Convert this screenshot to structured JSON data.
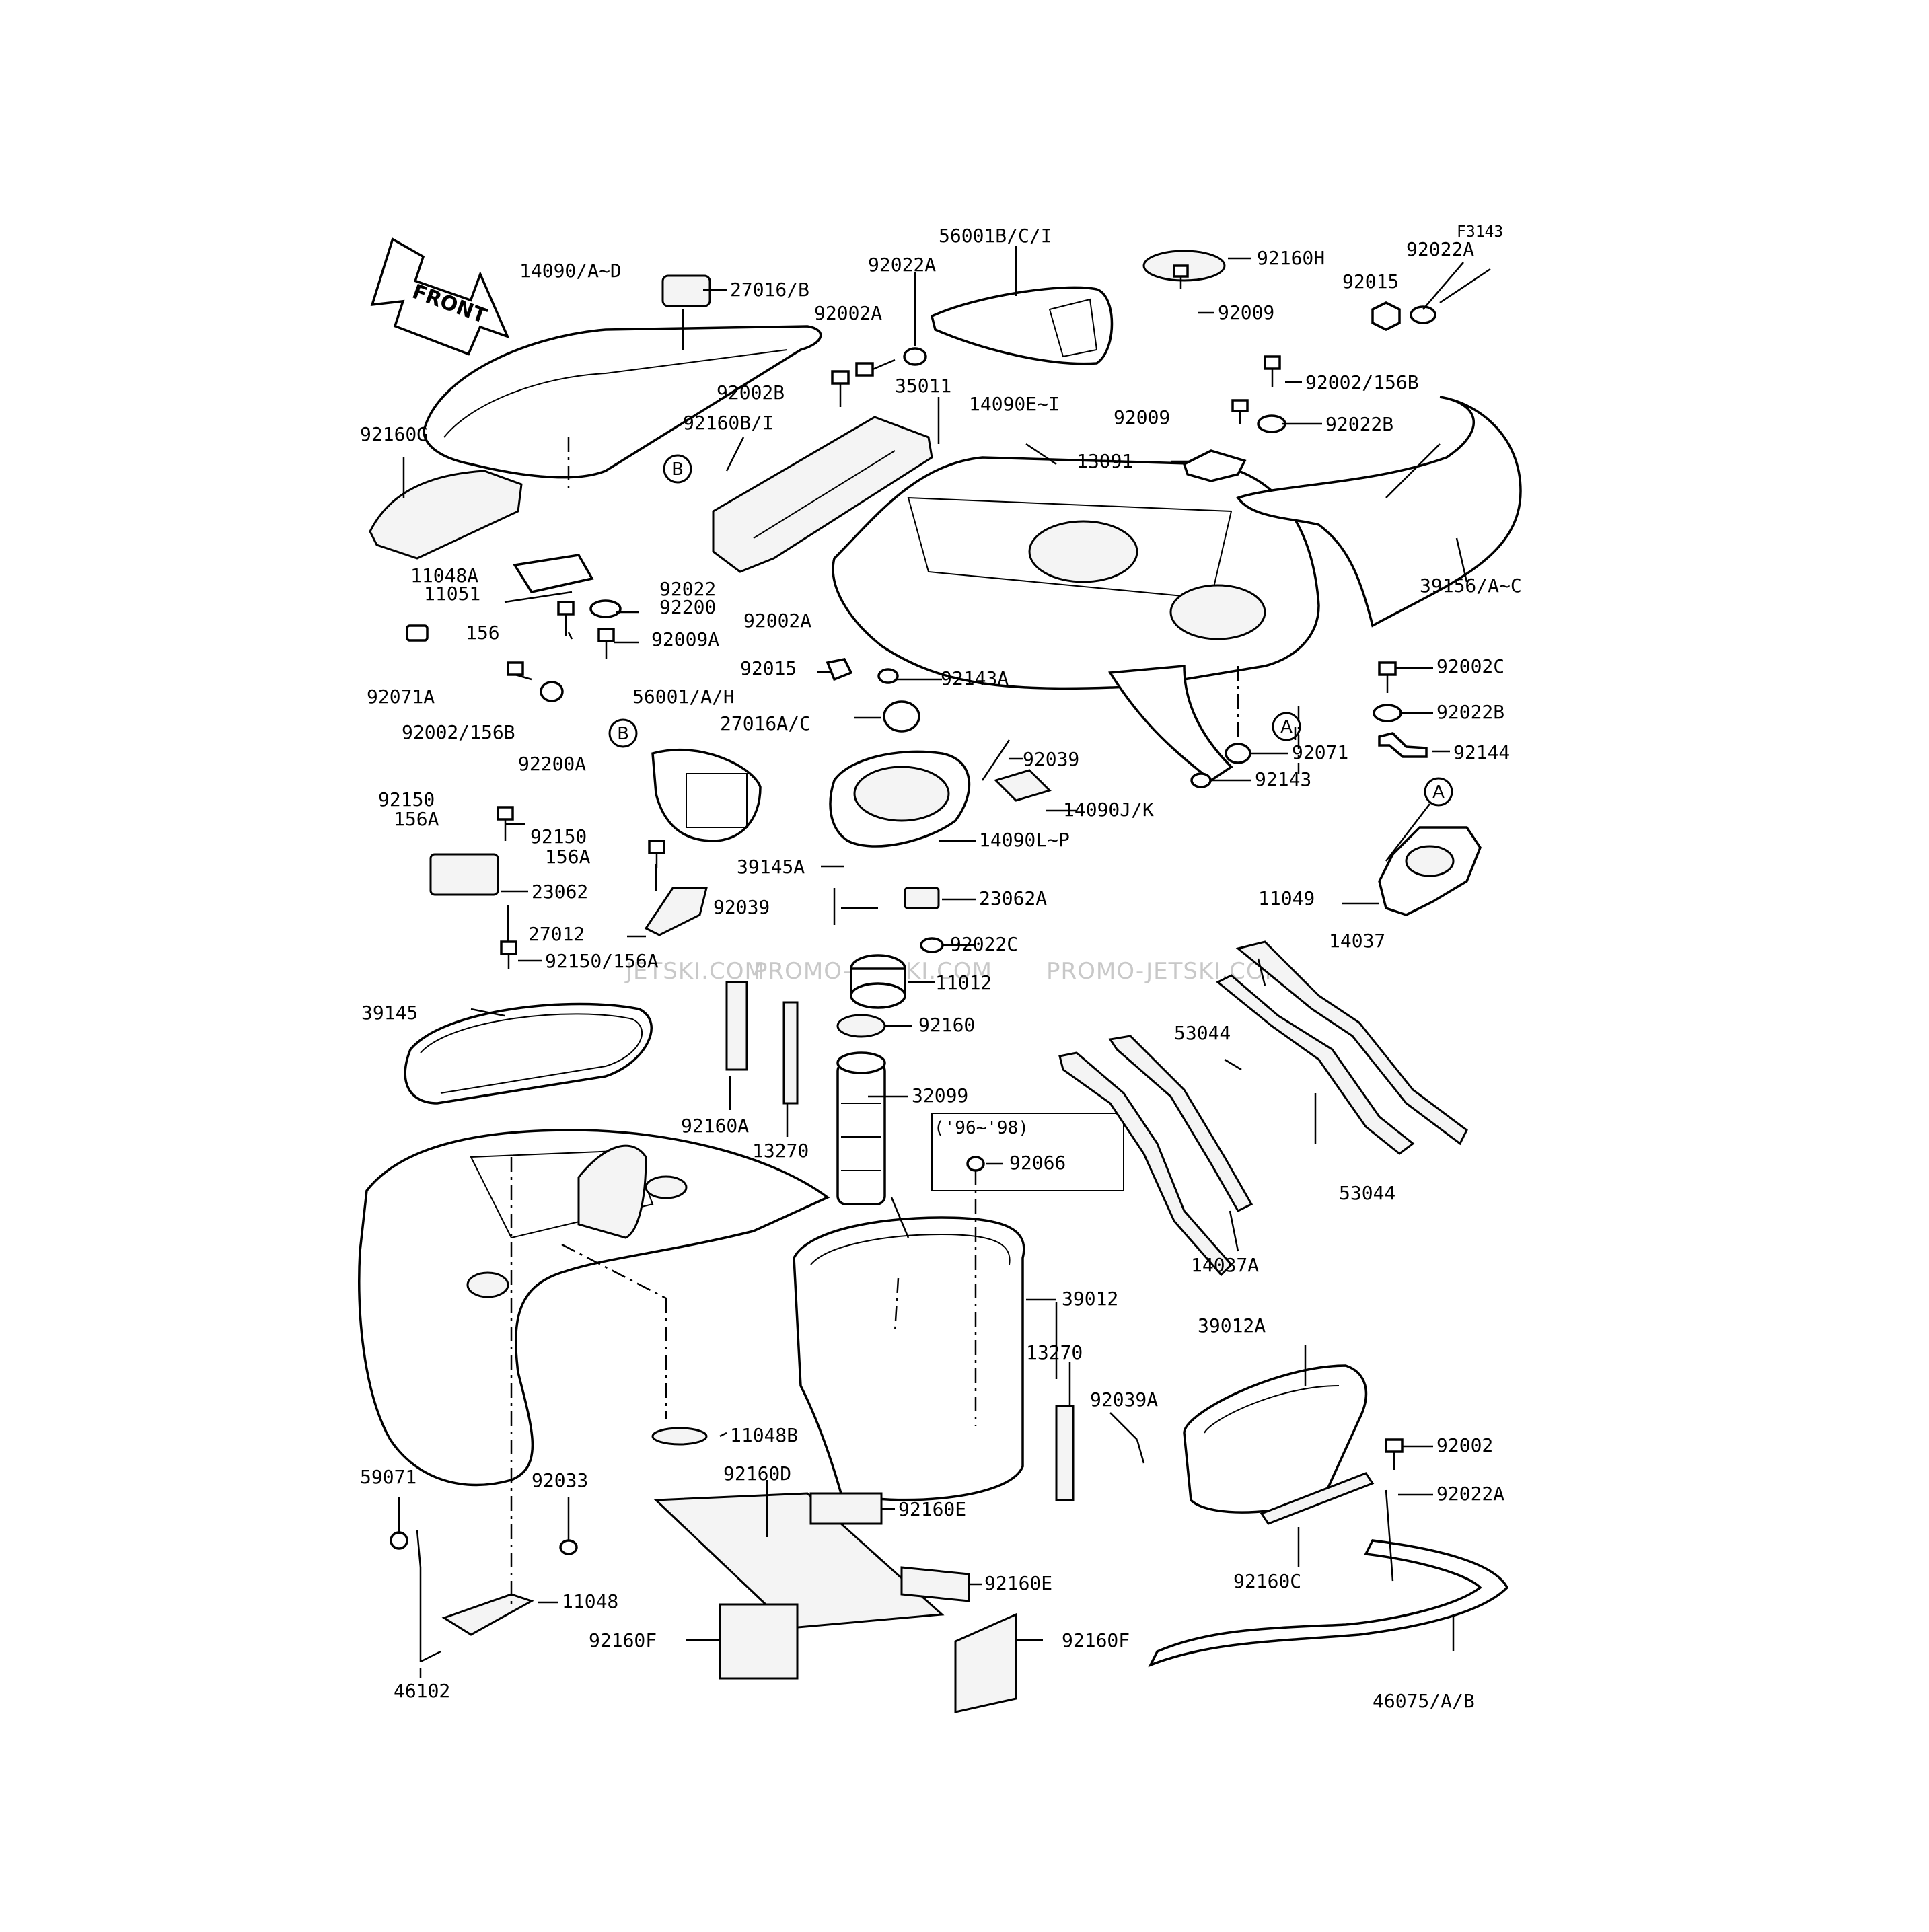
{
  "figure_code": "F3143",
  "front_arrow_label": "FRONT",
  "year_note": "('96~'98)",
  "watermark": [
    "JETSKI.COM",
    "PROMO-JETSKI.COM",
    "PROMO-JETSKI.COM"
  ],
  "callouts": [
    "A",
    "A",
    "B",
    "B"
  ],
  "part_labels": [
    "14090/A~D",
    "27016/B",
    "92022A",
    "56001B/C/I",
    "92160H",
    "92022A",
    "92015",
    "92002A",
    "92009",
    "92002/156B",
    "92002B",
    "35011",
    "14090E~I",
    "92009",
    "92022B",
    "92160G",
    "92160B/I",
    "13091",
    "39156/A~C",
    "11048A",
    "11051",
    "92022",
    "92200",
    "92002A",
    "156",
    "92009A",
    "92015",
    "92143A",
    "92002C",
    "92071A",
    "56001/A/H",
    "92022B",
    "92002/156B",
    "92200A",
    "27016A/C",
    "92039",
    "92071",
    "92144",
    "92143",
    "92150",
    "156A",
    "14090J/K",
    "92150",
    "156A",
    "14090L~P",
    "39145A",
    "23062",
    "92039",
    "23062A",
    "11049",
    "27012",
    "92022C",
    "92150/156A",
    "14037",
    "11012",
    "39145",
    "92160",
    "53044",
    "32099",
    "92160A",
    "13270",
    "92066",
    "53044",
    "14037A",
    "39012",
    "39012A",
    "13270",
    "92039A",
    "11048B",
    "92002",
    "59071",
    "92033",
    "92160D",
    "92022A",
    "92160E",
    "11048",
    "92160E",
    "92160C",
    "92160F",
    "92160F",
    "46102",
    "46075/A/B"
  ]
}
